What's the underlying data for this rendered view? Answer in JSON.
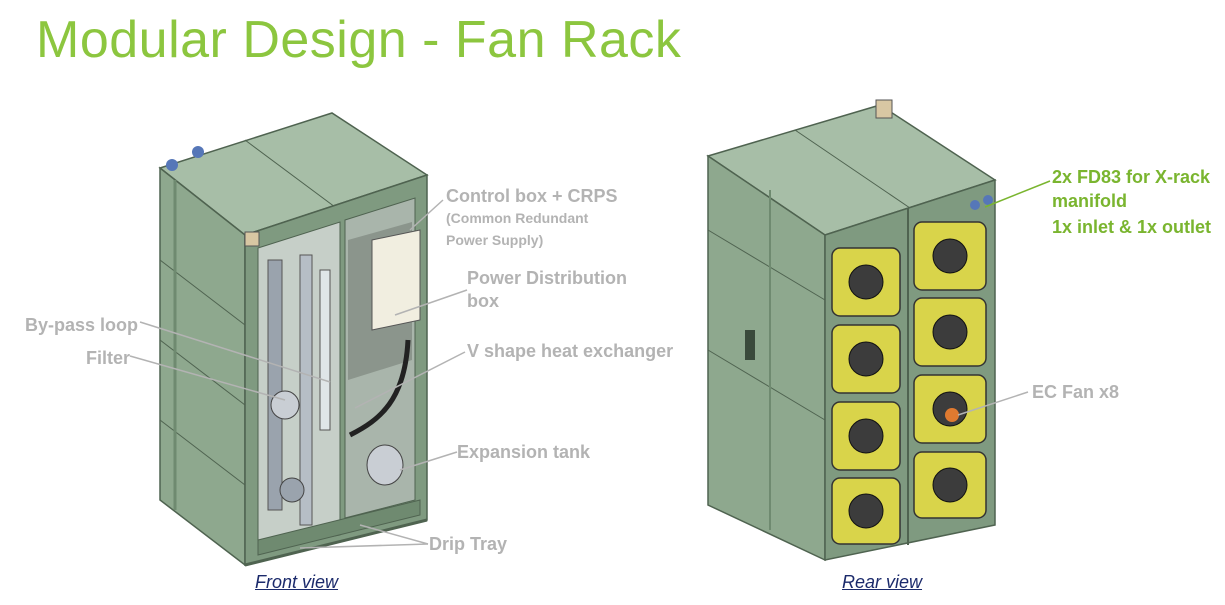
{
  "title": "Modular Design - Fan Rack",
  "front": {
    "caption": "Front view",
    "labels": {
      "control_box": "Control box + CRPS",
      "control_box_sub1": "(Common Redundant",
      "control_box_sub2": "Power Supply)",
      "power_dist_1": "Power Distribution",
      "power_dist_2": "box",
      "bypass": "By-pass loop",
      "filter": "Filter",
      "v_shape": "V shape heat exchanger",
      "expansion": "Expansion tank",
      "drip": "Drip Tray"
    }
  },
  "rear": {
    "caption": "Rear view",
    "labels": {
      "fd83_1": "2x FD83 for X-rack",
      "fd83_2": "manifold",
      "fd83_3": "1x inlet & 1x outlet",
      "ec_fan": "EC Fan x8"
    }
  },
  "colors": {
    "title": "#8cc63f",
    "label_gray": "#b3b3b3",
    "label_green": "#7ab52f",
    "rack_body": "#8ea88e",
    "rack_dark": "#6f8a70",
    "fan_yellow": "#d9d44a"
  }
}
